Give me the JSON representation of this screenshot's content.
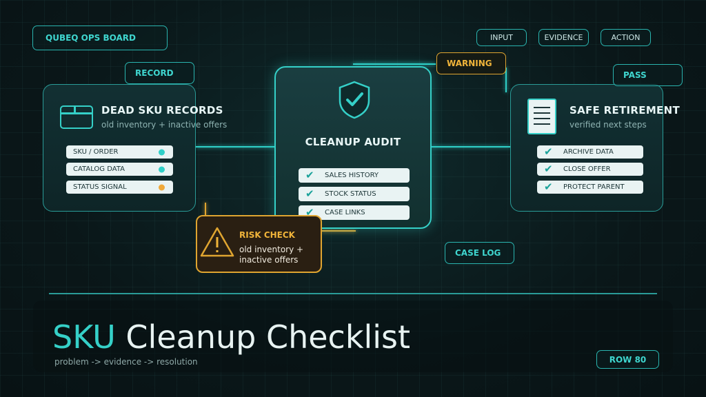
{
  "tags": {
    "ops_board": "QUBEQ OPS BOARD",
    "record": "RECORD",
    "input": "INPUT",
    "evidence": "EVIDENCE",
    "action": "ACTION",
    "warning": "WARNING",
    "pass": "PASS",
    "case_log": "CASE LOG",
    "row": "ROW 80"
  },
  "left_panel": {
    "title": "DEAD SKU RECORDS",
    "subtitle": "old inventory + inactive offers",
    "icon": "window-icon",
    "items": [
      {
        "label": "SKU / ORDER",
        "dot_color": "#2fd0c8"
      },
      {
        "label": "CATALOG DATA",
        "dot_color": "#2fd0c8"
      },
      {
        "label": "STATUS SIGNAL",
        "dot_color": "#f0a93a"
      }
    ]
  },
  "center_panel": {
    "title": "CLEANUP AUDIT",
    "icon": "shield-check-icon",
    "items": [
      "SALES HISTORY",
      "STOCK STATUS",
      "CASE LINKS"
    ]
  },
  "right_panel": {
    "title": "SAFE RETIREMENT",
    "subtitle": "verified next steps",
    "icon": "document-icon",
    "items": [
      "ARCHIVE DATA",
      "CLOSE OFFER",
      "PROTECT PARENT"
    ]
  },
  "risk": {
    "title": "RISK CHECK",
    "line1": "old inventory +",
    "line2": "inactive offers",
    "icon": "warning-triangle-icon"
  },
  "footer": {
    "title_accent": "SKU",
    "title_rest": " Cleanup Checklist",
    "subtitle": "problem -> evidence -> resolution"
  },
  "colors": {
    "accent": "#2fd0c8",
    "warning": "#e0a530",
    "background": "#0a1719"
  }
}
